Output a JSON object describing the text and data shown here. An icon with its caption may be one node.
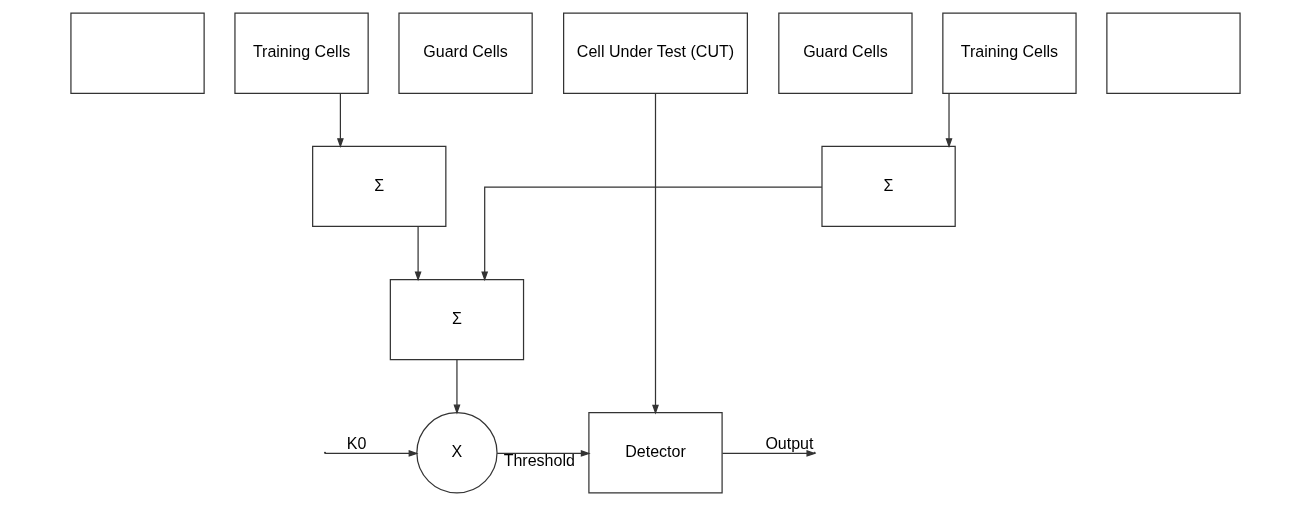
{
  "diagram": {
    "nodes": [
      {
        "text": [],
        "shape": "box"
      },
      {
        "text": [
          "Training Cells"
        ]
      },
      {
        "text": [
          "Guard Cells"
        ]
      },
      {
        "text": [
          "Cell Under Test (CUT)"
        ]
      },
      {
        "text": [
          "Guard Cells"
        ]
      },
      {
        "text": [
          "Training Cells"
        ]
      },
      {
        "text": [],
        "shape": "box"
      },
      {
        "text": [
          "Σ"
        ]
      },
      {
        "text": [
          "Σ"
        ]
      },
      {
        "text": [
          "Σ"
        ]
      },
      {
        "text": [
          "X"
        ]
      },
      {
        "text": [
          "Detector"
        ]
      }
    ],
    "edges": [
      {
        "from": 1,
        "to": 7,
        "arrow": "to"
      },
      {
        "from": 5,
        "to": 8,
        "arrow": "to"
      },
      {
        "from": 7,
        "to": 9,
        "arrow": "to"
      },
      {
        "from": 8,
        "to": 9,
        "arrow": "to"
      },
      {
        "from": 9,
        "to": 10,
        "arrow": "to"
      },
      {
        "from": null,
        "to": 10,
        "arrow": "to",
        "label": "K0"
      },
      {
        "from": 10,
        "to": 11,
        "arrow": "to",
        "label": "Threshold"
      },
      {
        "from": 3,
        "to": 11,
        "arrow": "to"
      },
      {
        "from": 11,
        "to": null,
        "arrow": "to",
        "label": "Output"
      }
    ]
  }
}
